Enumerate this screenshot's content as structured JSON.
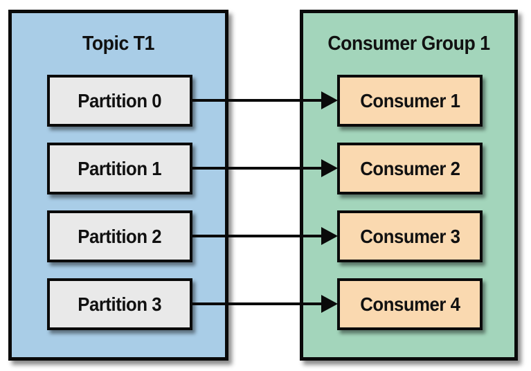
{
  "diagram": {
    "topic": {
      "title": "Topic T1",
      "partitions": [
        {
          "label": "Partition 0"
        },
        {
          "label": "Partition 1"
        },
        {
          "label": "Partition 2"
        },
        {
          "label": "Partition 3"
        }
      ]
    },
    "consumer_group": {
      "title": "Consumer Group 1",
      "consumers": [
        {
          "label": "Consumer 1"
        },
        {
          "label": "Consumer 2"
        },
        {
          "label": "Consumer 3"
        },
        {
          "label": "Consumer 4"
        }
      ]
    },
    "connections": [
      {
        "from": "Partition 0",
        "to": "Consumer 1"
      },
      {
        "from": "Partition 1",
        "to": "Consumer 2"
      },
      {
        "from": "Partition 2",
        "to": "Consumer 3"
      },
      {
        "from": "Partition 3",
        "to": "Consumer 4"
      }
    ],
    "colors": {
      "topic_bg": "#a9cde7",
      "group_bg": "#a3d5bb",
      "partition_bg": "#e9e9e9",
      "consumer_bg": "#fad9b0",
      "border": "#0a0a0a",
      "background": "#ffffff"
    }
  }
}
